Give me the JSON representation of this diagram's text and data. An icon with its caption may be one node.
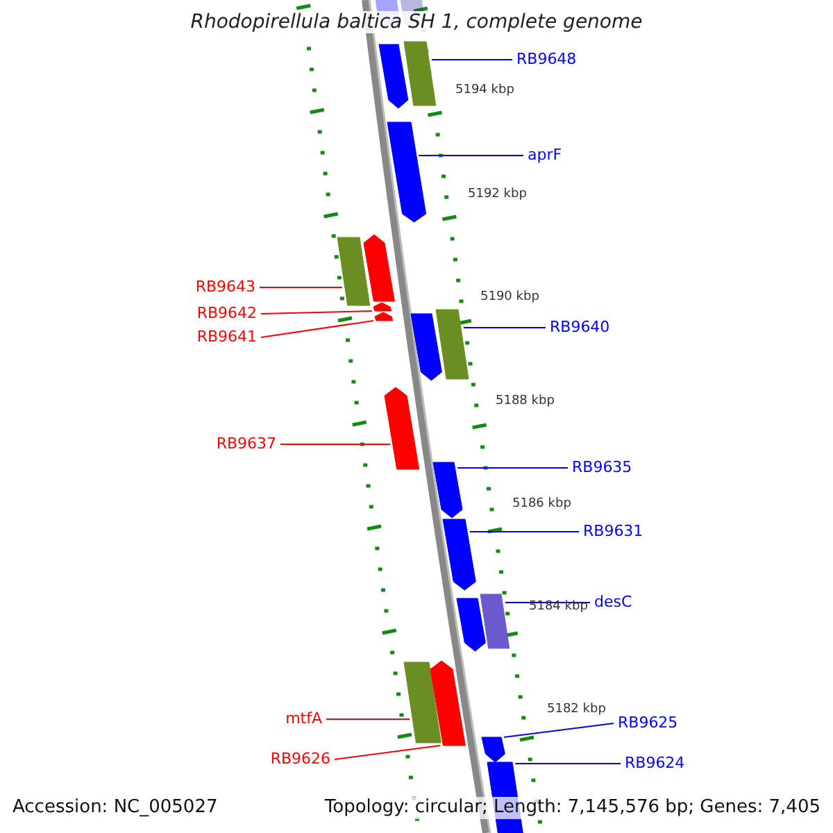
{
  "diagram": {
    "title": "Rhodopirellula baltica SH 1, complete genome",
    "nodes": [
      {
        "text": [],
        "shape": "bar"
      },
      {
        "text": [],
        "shape": "bar"
      },
      {
        "text": [],
        "shape": "pentagon"
      },
      {
        "text": [],
        "shape": "bar"
      },
      {
        "text": [],
        "shape": "pentagon"
      },
      {
        "text": [],
        "shape": "bar"
      },
      {
        "text": [],
        "shape": "pentagon"
      },
      {
        "text": [],
        "shape": "pentagon"
      },
      {
        "text": [],
        "shape": "pentagon"
      },
      {
        "text": [],
        "shape": "pentagon"
      },
      {
        "text": [],
        "shape": "bar"
      },
      {
        "text": [],
        "shape": "pentagon"
      },
      {
        "text": [],
        "shape": "pentagon"
      },
      {
        "text": [],
        "shape": "pentagon"
      },
      {
        "text": [],
        "shape": "pentagon"
      },
      {
        "text": [],
        "shape": "bar"
      },
      {
        "text": [],
        "shape": "bar"
      },
      {
        "text": [],
        "shape": "pentagon"
      },
      {
        "text": [],
        "shape": "pentagon"
      },
      {
        "text": [],
        "shape": "bar"
      },
      {
        "text": [
          "RB9648"
        ]
      },
      {
        "text": [
          "aprF"
        ]
      },
      {
        "text": [
          "RB9643"
        ]
      },
      {
        "text": [
          "RB9642"
        ]
      },
      {
        "text": [
          "RB9641"
        ]
      },
      {
        "text": [
          "RB9640"
        ]
      },
      {
        "text": [
          "RB9637"
        ]
      },
      {
        "text": [
          "RB9635"
        ]
      },
      {
        "text": [
          "RB9631"
        ]
      },
      {
        "text": [
          "desC"
        ]
      },
      {
        "text": [
          "mtfA"
        ]
      },
      {
        "text": [
          "RB9626"
        ]
      },
      {
        "text": [
          "RB9625"
        ]
      },
      {
        "text": [
          "RB9624"
        ]
      }
    ],
    "edges": [
      {
        "from": 20,
        "to": 3,
        "arrow": "none"
      },
      {
        "from": 21,
        "to": 4,
        "arrow": "none"
      },
      {
        "from": 22,
        "to": 5,
        "arrow": "none",
        "color": "#ff0000"
      },
      {
        "from": 23,
        "to": 7,
        "arrow": "none",
        "color": "#ff0000"
      },
      {
        "from": 24,
        "to": 8,
        "arrow": "none",
        "color": "#ff0000"
      },
      {
        "from": 25,
        "to": 10,
        "arrow": "none"
      },
      {
        "from": 26,
        "to": 11,
        "arrow": "none",
        "color": "#ff0000"
      },
      {
        "from": 27,
        "to": 12,
        "arrow": "none"
      },
      {
        "from": 28,
        "to": 13,
        "arrow": "none"
      },
      {
        "from": 29,
        "to": 15,
        "arrow": "none"
      },
      {
        "from": 30,
        "to": 16,
        "arrow": "none",
        "color": "#ff0000"
      },
      {
        "from": 31,
        "to": 17,
        "arrow": "none",
        "color": "#ff0000"
      },
      {
        "from": 32,
        "to": 18,
        "arrow": "none"
      },
      {
        "from": 33,
        "to": 19,
        "arrow": "none"
      }
    ],
    "labels": [
      "5194 kbp",
      "5192 kbp",
      "5190 kbp",
      "5188 kbp",
      "5186 kbp",
      "5184 kbp",
      "5182 kbp",
      "Accession: NC_005027",
      "Topology: circular; Length: 7,145,576 bp; Genes: 7,405"
    ]
  }
}
